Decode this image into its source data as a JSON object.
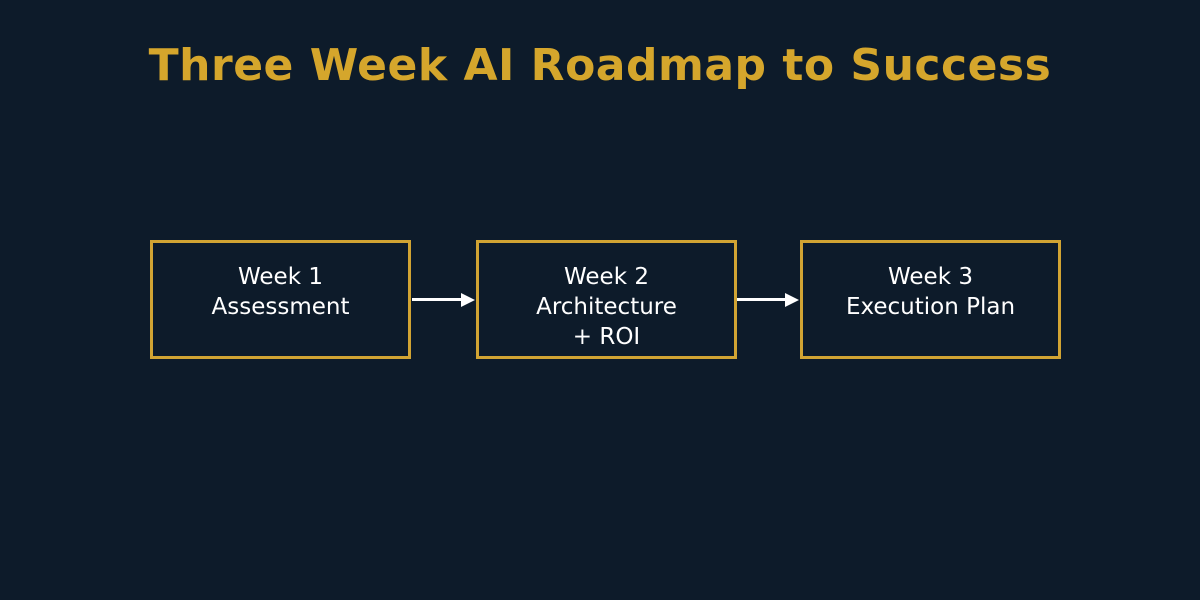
{
  "title": {
    "text": "Three Week AI Roadmap to Success"
  },
  "colors": {
    "background": "#0d1b2a",
    "title_text": "#d5a62c",
    "box_border": "#d1a433",
    "box_fill": "#0d1b2a",
    "box_text": "#ffffff",
    "arrow": "#ffffff"
  },
  "boxes": [
    {
      "lines": [
        "Week 1",
        "Assessment"
      ]
    },
    {
      "lines": [
        "Week 2",
        "Architecture",
        "+ ROI"
      ]
    },
    {
      "lines": [
        "Week 3",
        "Execution Plan"
      ]
    }
  ],
  "arrows": [
    {
      "name": "arrow-week1-to-week2",
      "direction": "right"
    },
    {
      "name": "arrow-week2-to-week3",
      "direction": "right"
    }
  ]
}
